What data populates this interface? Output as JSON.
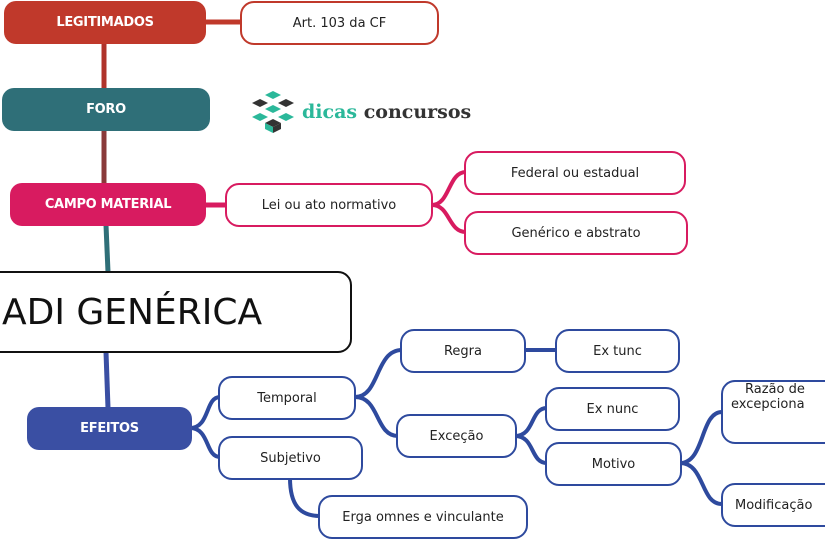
{
  "title": "ADI GENÉRICA",
  "logo": {
    "part1": "dicas",
    "part2": "concursos"
  },
  "categories": {
    "legitimados": "LEGITIMADOS",
    "foro": "FORO",
    "campo_material": "CAMPO MATERIAL",
    "efeitos": "EFEITOS"
  },
  "nodes": {
    "art103": "Art. 103 da CF",
    "lei_ato": "Lei ou ato normativo",
    "federal_estadual": "Federal ou estadual",
    "generico_abstrato": "Genérico e abstrato",
    "temporal": "Temporal",
    "subjetivo": "Subjetivo",
    "erga_omnes": "Erga omnes e vinculante",
    "regra": "Regra",
    "ex_tunc": "Ex tunc",
    "excecao": "Exceção",
    "ex_nunc": "Ex nunc",
    "motivo": "Motivo",
    "razao": "Razão de",
    "excepcional": "excepciona",
    "modificacao": "Modificação"
  },
  "colors": {
    "legitimados": "#c0392b",
    "foro": "#2f6f78",
    "campo_material": "#d81b60",
    "efeitos": "#3a4fa3",
    "logo_accent": "#2bb89a"
  }
}
